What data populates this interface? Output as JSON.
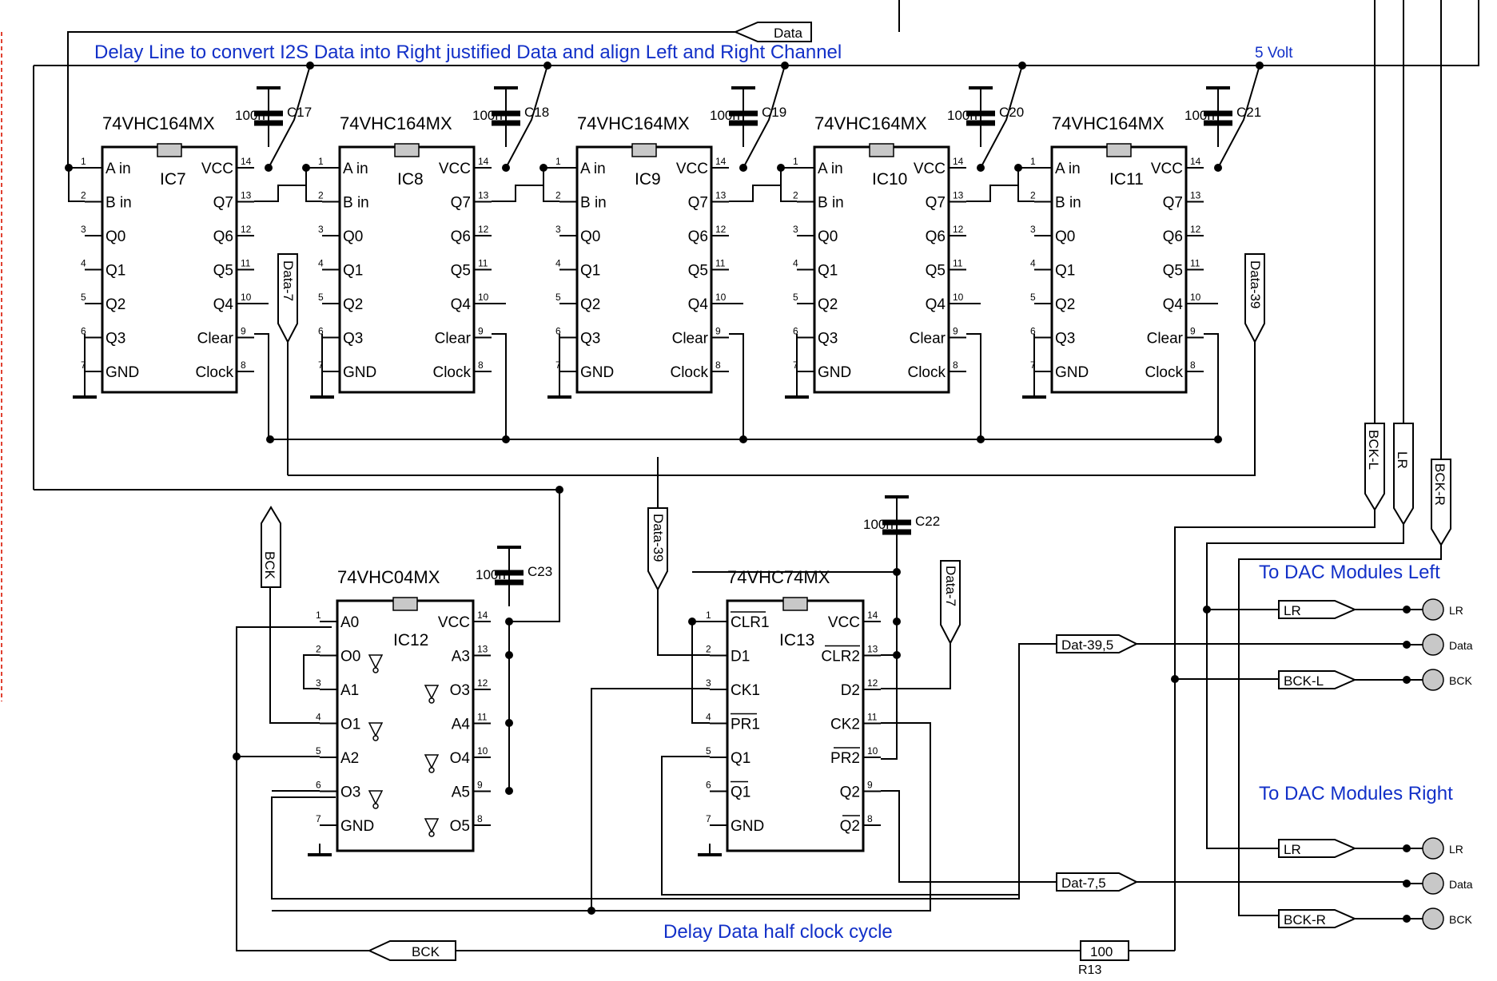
{
  "titles": {
    "delay_line": "Delay Line to convert I2S Data into Right justified Data and align Left and Right Channel",
    "delay_half": "Delay Data half clock cycle",
    "dac_left": "To DAC Modules Left",
    "dac_right": "To DAC Modules Right",
    "supply": "5 Volt"
  },
  "shift_registers": [
    {
      "part": "74VHC164MX",
      "ref": "IC7",
      "cap": "C17",
      "cap_value": "100n"
    },
    {
      "part": "74VHC164MX",
      "ref": "IC8",
      "cap": "C18",
      "cap_value": "100n"
    },
    {
      "part": "74VHC164MX",
      "ref": "IC9",
      "cap": "C19",
      "cap_value": "100n"
    },
    {
      "part": "74VHC164MX",
      "ref": "IC10",
      "cap": "C20",
      "cap_value": "100n"
    },
    {
      "part": "74VHC164MX",
      "ref": "IC11",
      "cap": "C21",
      "cap_value": "100n"
    }
  ],
  "shift_pins": {
    "left": [
      {
        "num": "1",
        "name": "A in"
      },
      {
        "num": "2",
        "name": "B in"
      },
      {
        "num": "3",
        "name": "Q0"
      },
      {
        "num": "4",
        "name": "Q1"
      },
      {
        "num": "5",
        "name": "Q2"
      },
      {
        "num": "6",
        "name": "Q3"
      },
      {
        "num": "7",
        "name": "GND"
      }
    ],
    "right": [
      {
        "num": "14",
        "name": "VCC"
      },
      {
        "num": "13",
        "name": "Q7"
      },
      {
        "num": "12",
        "name": "Q6"
      },
      {
        "num": "11",
        "name": "Q5"
      },
      {
        "num": "10",
        "name": "Q4"
      },
      {
        "num": "9",
        "name": "Clear"
      },
      {
        "num": "8",
        "name": "Clock"
      }
    ]
  },
  "inverter": {
    "part": "74VHC04MX",
    "ref": "IC12",
    "cap": "C23",
    "cap_value": "100n",
    "left": [
      {
        "num": "1",
        "name": "A0"
      },
      {
        "num": "2",
        "name": "O0"
      },
      {
        "num": "3",
        "name": "A1"
      },
      {
        "num": "4",
        "name": "O1"
      },
      {
        "num": "5",
        "name": "A2"
      },
      {
        "num": "6",
        "name": "O3"
      },
      {
        "num": "7",
        "name": "GND"
      }
    ],
    "right": [
      {
        "num": "14",
        "name": "VCC"
      },
      {
        "num": "13",
        "name": "A3"
      },
      {
        "num": "12",
        "name": "O3"
      },
      {
        "num": "11",
        "name": "A4"
      },
      {
        "num": "10",
        "name": "O4"
      },
      {
        "num": "9",
        "name": "A5"
      },
      {
        "num": "8",
        "name": "O5"
      }
    ]
  },
  "flipflop": {
    "part": "74VHC74MX",
    "ref": "IC13",
    "cap": "C22",
    "cap_value": "100n",
    "left": [
      {
        "num": "1",
        "name": "CLR1"
      },
      {
        "num": "2",
        "name": "D1"
      },
      {
        "num": "3",
        "name": "CK1"
      },
      {
        "num": "4",
        "name": "PR1"
      },
      {
        "num": "5",
        "name": "Q1"
      },
      {
        "num": "6",
        "name": "Q1"
      },
      {
        "num": "7",
        "name": "GND"
      }
    ],
    "right": [
      {
        "num": "14",
        "name": "VCC"
      },
      {
        "num": "13",
        "name": "CLR2"
      },
      {
        "num": "12",
        "name": "D2"
      },
      {
        "num": "11",
        "name": "CK2"
      },
      {
        "num": "10",
        "name": "PR2"
      },
      {
        "num": "9",
        "name": "Q2"
      },
      {
        "num": "8",
        "name": "Q2"
      }
    ]
  },
  "net_labels": {
    "data": "Data",
    "data7": "Data-7",
    "data39": "Data-39",
    "bck": "BCK",
    "bck_l": "BCK-L",
    "bck_r": "BCK-R",
    "lr": "LR",
    "dat39_5": "Dat-39,5",
    "dat7_5": "Dat-7,5"
  },
  "connectors": {
    "left": [
      {
        "flag": "LR",
        "pin": "LR"
      },
      {
        "flag": "",
        "pin": "Data"
      },
      {
        "flag": "BCK-L",
        "pin": "BCK"
      }
    ],
    "right": [
      {
        "flag": "LR",
        "pin": "LR"
      },
      {
        "flag": "",
        "pin": "Data"
      },
      {
        "flag": "BCK-R",
        "pin": "BCK"
      }
    ]
  },
  "resistor": {
    "ref": "R13",
    "value": "100"
  },
  "colors": {
    "annotation": "#1230c8",
    "line": "#000000",
    "pad": "#c8c8c8"
  }
}
